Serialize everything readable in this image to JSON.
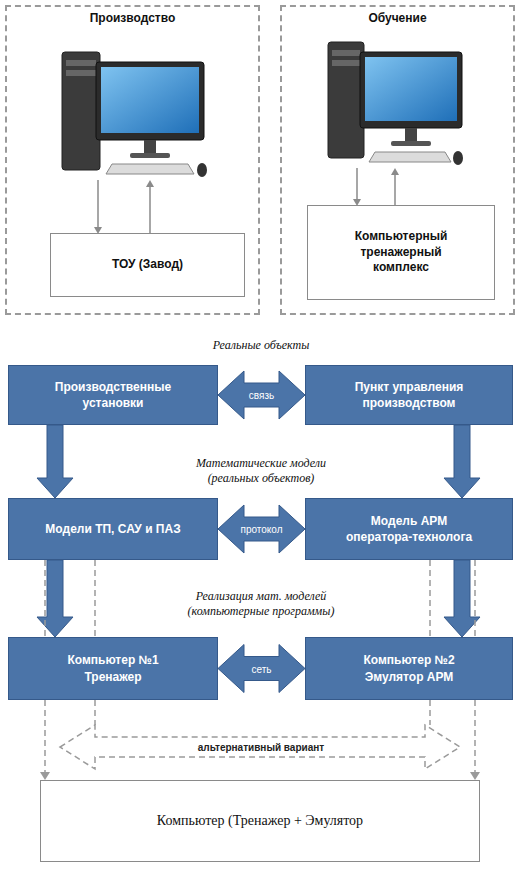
{
  "diagram": {
    "nodes": [
      {
        "text": [
          "Производство"
        ]
      },
      {
        "text": [
          "ТОУ (Завод)"
        ],
        "in": 0
      },
      {
        "text": [
          "Обучение"
        ]
      },
      {
        "text": [
          "Компьютерный тренажерный комплекс"
        ],
        "in": 2
      },
      {
        "text": [
          "Производственные установки"
        ]
      },
      {
        "text": [
          "Пункт управления производством"
        ]
      },
      {
        "text": [
          "Модели ТП, САУ и ПАЗ"
        ]
      },
      {
        "text": [
          "Модель АРМ оператора-технолога"
        ]
      },
      {
        "text": [
          "Компьютер №1 Тренажер"
        ]
      },
      {
        "text": [
          "Компьютер №2 Эмулятор АРМ"
        ]
      },
      {
        "text": [
          "Компьютер (Тренажер + Эмулятор"
        ]
      }
    ],
    "edges": [
      {
        "from": 4,
        "to": 5,
        "arrow": "both",
        "label": "связь"
      },
      {
        "from": 4,
        "to": 6,
        "arrow": "to"
      },
      {
        "from": 5,
        "to": 7,
        "arrow": "to"
      },
      {
        "from": 6,
        "to": 7,
        "arrow": "both",
        "label": "протокол"
      },
      {
        "from": 6,
        "to": 8,
        "arrow": "to"
      },
      {
        "from": 7,
        "to": 9,
        "arrow": "to"
      },
      {
        "from": 8,
        "to": 9,
        "arrow": "both",
        "label": "сеть"
      },
      {
        "from": 6,
        "to": 10,
        "arrow": "to"
      },
      {
        "from": 7,
        "to": 10,
        "arrow": "to"
      }
    ],
    "labels": [
      "Реальные объекты",
      "Математические модели (реальных объектов)",
      "Реализация мат. моделей (компьютерные программы)",
      "альтернативный вариант"
    ]
  }
}
